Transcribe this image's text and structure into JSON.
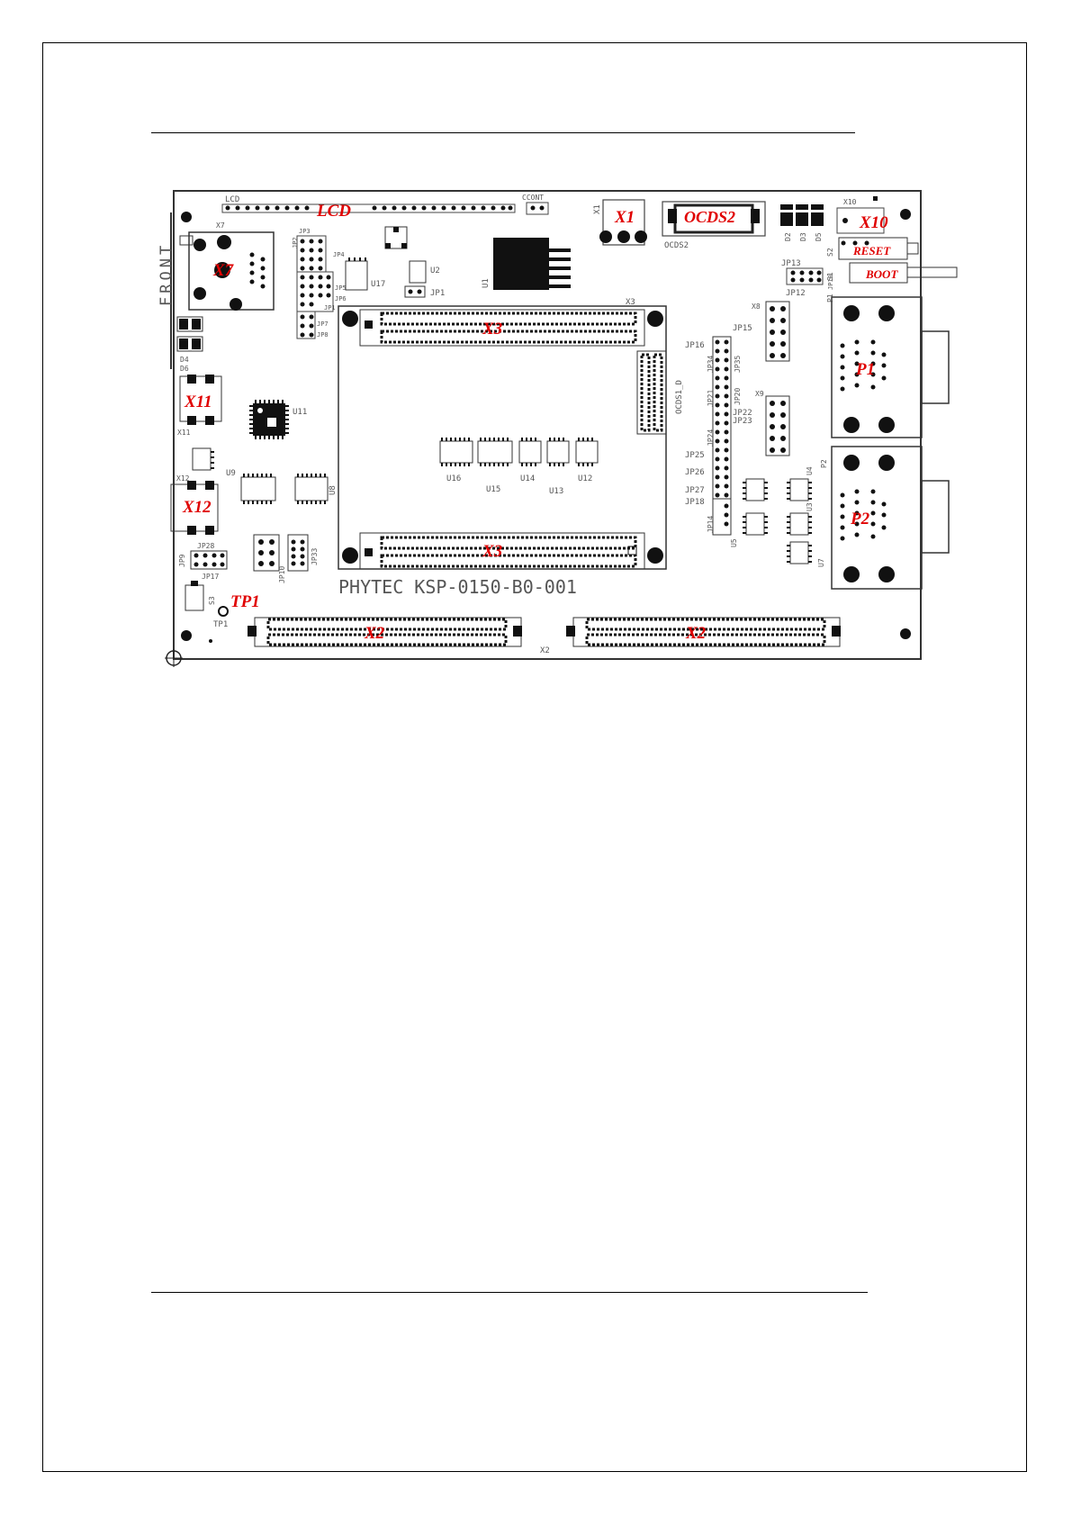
{
  "board": {
    "front_label": "FRONT",
    "silkscreen_title": "PHYTEC   KSP-0150-B0-001"
  },
  "callouts": {
    "lcd": "LCD",
    "x1": "X1",
    "ocds2": "OCDS2",
    "x10": "X10",
    "reset": "RESET",
    "boot": "BOOT",
    "x7": "X7",
    "x3_top": "X3",
    "x3_bottom": "X3",
    "p1": "P1",
    "p2": "P2",
    "x11": "X11",
    "x12": "X12",
    "tp1": "TP1",
    "x2_left": "X2",
    "x2_right": "X2"
  },
  "silk": {
    "lcd": "LCD",
    "cont": "CCONT",
    "x1": "X1",
    "ocds2": "OCDS2",
    "x10": "X10",
    "d2": "D2",
    "d3": "D3",
    "d5": "D5",
    "s2": "S2",
    "s1": "S1",
    "p1": "P1",
    "p2": "P2",
    "jp13": "JP13",
    "jp12": "JP12",
    "jp19": "JP19",
    "x7": "X7",
    "jp2": "JP2",
    "jp3": "JP3",
    "jp4": "JP4",
    "jp5": "JP5",
    "jp6": "JP6",
    "jp1b": "JP1",
    "jp7": "JP7",
    "jp8": "JP8",
    "u17": "U17",
    "u2": "U2",
    "jp1": "JP1",
    "u1": "U1",
    "x3": "X3",
    "x8": "X8",
    "jp15": "JP15",
    "jp16": "JP16",
    "jp34": "JP34",
    "jp35": "JP35",
    "jp21": "JP21",
    "jp20": "JP20",
    "jp22": "JP22",
    "jp23": "JP23",
    "jp24": "JP24",
    "jp25": "JP25",
    "jp26": "JP26",
    "jp27": "JP27",
    "jp18": "JP18",
    "jp14": "JP14",
    "u5": "U5",
    "u4": "U4",
    "u3": "U3",
    "u7": "U7",
    "x9": "X9",
    "ocds1": "OCDS1_D",
    "u11": "U11",
    "u9": "U9",
    "u8": "U8",
    "u16": "U16",
    "u15": "U15",
    "u14": "U14",
    "u13": "U13",
    "u12": "U12",
    "d4": "D4",
    "d6": "D6",
    "x11": "X11",
    "x12": "X12",
    "jp9": "JP9",
    "jp28": "JP28",
    "jp17": "JP17",
    "jp10": "JP10",
    "jp33": "JP33",
    "s3": "S3",
    "tp1": "TP1",
    "x2": "X2"
  }
}
